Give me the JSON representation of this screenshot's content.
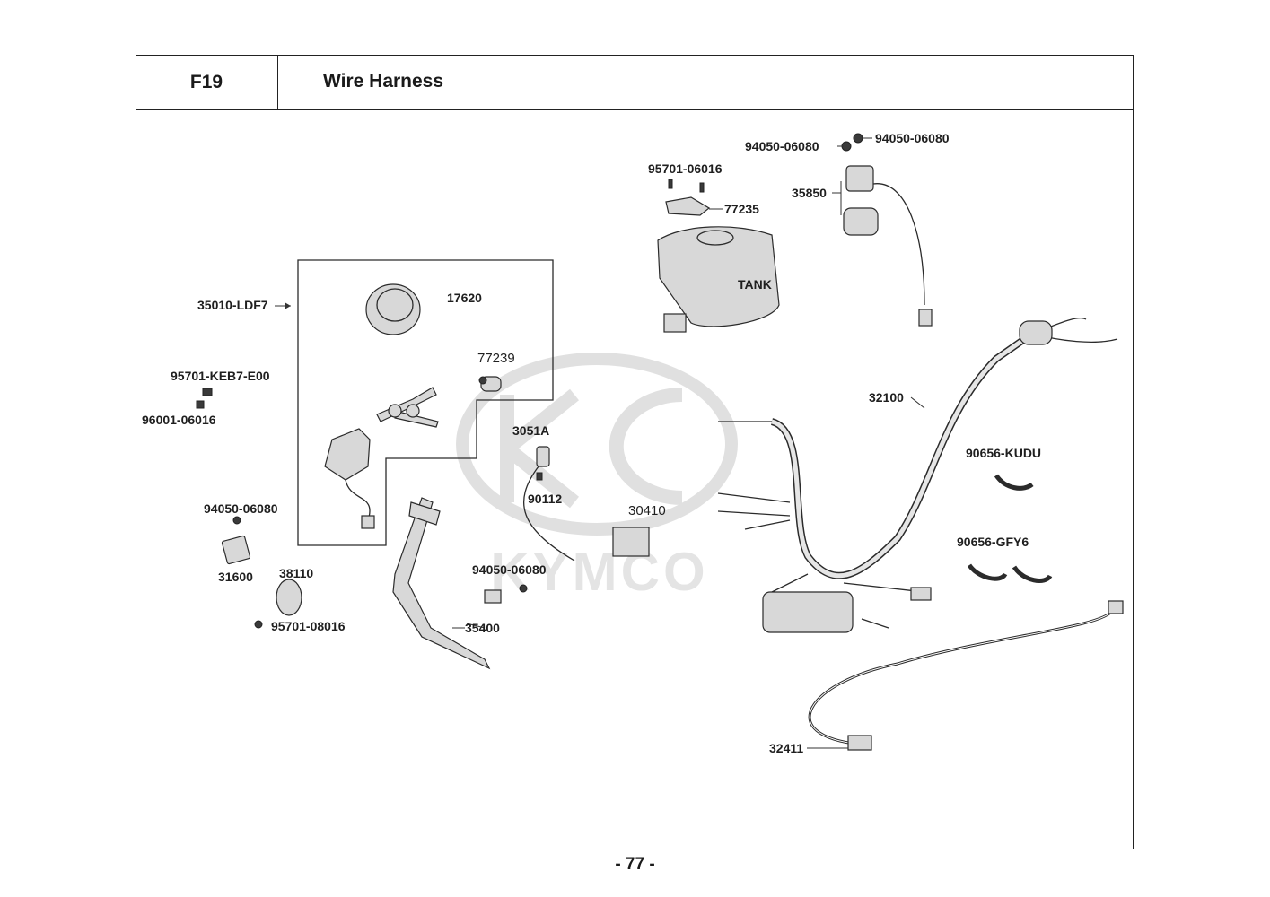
{
  "header": {
    "code": "F19",
    "title": "Wire Harness"
  },
  "watermark": {
    "brand_text": "KYMCO",
    "color": "#c8c8c8"
  },
  "page_number": "- 77 -",
  "labels": {
    "p94050_a": "94050-06080",
    "p94050_b": "94050-06080",
    "p95701_06016": "95701-06016",
    "p77235": "77235",
    "p35850": "35850",
    "tank": "TANK",
    "p35010": "35010-LDF7",
    "p17620": "17620",
    "p77239": "77239",
    "p95701_keb7": "95701-KEB7-E00",
    "p96001": "96001-06016",
    "p32100": "32100",
    "p3051a": "3051A",
    "p90112": "90112",
    "p30410": "30410",
    "p90656_kudu": "90656-KUDU",
    "p90656_gfy6": "90656-GFY6",
    "p94050_c": "94050-06080",
    "p31600": "31600",
    "p38110": "38110",
    "p94050_d": "94050-06080",
    "p35400": "35400",
    "p95701_08016": "95701-08016",
    "p32411": "32411"
  }
}
